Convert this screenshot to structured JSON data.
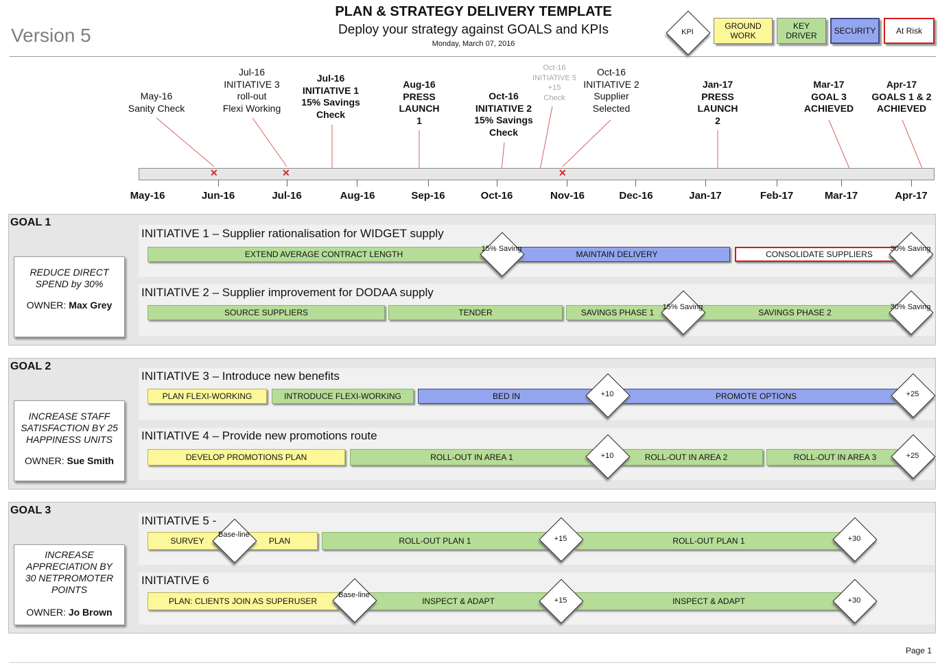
{
  "header": {
    "version": "Version 5",
    "title": "PLAN & STRATEGY DELIVERY TEMPLATE",
    "subtitle": "Deploy your strategy against GOALS and KPIs",
    "date": "Monday, March 07, 2016"
  },
  "legend": {
    "kpi": "KPI",
    "ground_work": "GROUND WORK",
    "key_driver": "KEY DRIVER",
    "security": "SECURITY",
    "at_risk": "At Risk",
    "colors": {
      "ground_work": "#fcf89a",
      "key_driver": "#b6dd97",
      "security": "#94a5ef",
      "at_risk": "#d41b1b"
    }
  },
  "timeline": {
    "months": [
      "May-16",
      "Jun-16",
      "Jul-16",
      "Aug-16",
      "Sep-16",
      "Oct-16",
      "Nov-16",
      "Dec-16",
      "Jan-17",
      "Feb-17",
      "Mar-17",
      "Apr-17"
    ],
    "milestones": [
      {
        "lines": [
          "May-16",
          "Sanity Check"
        ],
        "bold": false,
        "marker": "x"
      },
      {
        "lines": [
          "Jul-16",
          "INITIATIVE 3",
          "roll-out",
          "Flexi Working"
        ],
        "bold": false,
        "marker": "x"
      },
      {
        "lines": [
          "Jul-16",
          "INITIATIVE 1",
          "15% Savings",
          "Check"
        ],
        "bold": true,
        "marker": "arrow"
      },
      {
        "lines": [
          "Aug-16",
          "PRESS",
          "LAUNCH",
          "1"
        ],
        "bold": true,
        "marker": "arrow"
      },
      {
        "lines": [
          "Oct-16",
          "INITIATIVE 2",
          "15% Savings",
          "Check"
        ],
        "bold": true,
        "marker": "arrow"
      },
      {
        "lines": [
          "Oct-16",
          "INITIATIVE 5",
          "+15",
          "Check"
        ],
        "bold": false,
        "faded": true,
        "marker": "arrow"
      },
      {
        "lines": [
          "Oct-16",
          "INITIATIVE 2",
          "Supplier",
          "Selected"
        ],
        "bold": false,
        "marker": "x"
      },
      {
        "lines": [
          "Jan-17",
          "PRESS",
          "LAUNCH",
          "2"
        ],
        "bold": true,
        "marker": "arrow"
      },
      {
        "lines": [
          "Mar-17",
          "GOAL 3",
          "ACHIEVED"
        ],
        "bold": true,
        "marker": "arrow"
      },
      {
        "lines": [
          "Apr-17",
          "GOALS 1 & 2",
          "ACHIEVED"
        ],
        "bold": true,
        "marker": "arrow"
      }
    ]
  },
  "goals": [
    {
      "title": "GOAL 1",
      "description": "REDUCE DIRECT SPEND by 30%",
      "owner_label": "OWNER:",
      "owner": "Max Grey",
      "initiatives": [
        {
          "title": "INITIATIVE 1 – Supplier rationalisation for WIDGET supply",
          "bars": [
            {
              "label": "EXTEND AVERAGE CONTRACT LENGTH",
              "color": "key_driver"
            },
            {
              "label": "MAINTAIN DELIVERY",
              "color": "security"
            },
            {
              "label": "CONSOLIDATE SUPPLIERS",
              "color": "at_risk"
            }
          ],
          "kpis": [
            "15% Saving",
            "30% Saving"
          ]
        },
        {
          "title": "INITIATIVE 2 – Supplier improvement for DODAA supply",
          "bars": [
            {
              "label": "SOURCE SUPPLIERS",
              "color": "key_driver"
            },
            {
              "label": "TENDER",
              "color": "key_driver"
            },
            {
              "label": "SAVINGS PHASE 1",
              "color": "key_driver"
            },
            {
              "label": "SAVINGS PHASE 2",
              "color": "key_driver"
            }
          ],
          "kpis": [
            "15% Saving",
            "30% Saving"
          ]
        }
      ]
    },
    {
      "title": "GOAL 2",
      "description": "INCREASE STAFF SATISFACTION BY 25 HAPPINESS UNITS",
      "owner_label": "OWNER:",
      "owner": "Sue Smith",
      "initiatives": [
        {
          "title": "INITIATIVE 3 – Introduce new benefits",
          "bars": [
            {
              "label": "PLAN FLEXI-WORKING",
              "color": "ground_work"
            },
            {
              "label": "INTRODUCE FLEXI-WORKING",
              "color": "key_driver"
            },
            {
              "label": "BED IN",
              "color": "security"
            },
            {
              "label": "PROMOTE OPTIONS",
              "color": "security"
            }
          ],
          "kpis": [
            "+10",
            "+25"
          ]
        },
        {
          "title": "INITIATIVE 4 – Provide new promotions route",
          "bars": [
            {
              "label": "DEVELOP PROMOTIONS PLAN",
              "color": "ground_work"
            },
            {
              "label": "ROLL-OUT IN AREA 1",
              "color": "key_driver"
            },
            {
              "label": "ROLL-OUT IN AREA 2",
              "color": "key_driver"
            },
            {
              "label": "ROLL-OUT IN AREA 3",
              "color": "key_driver"
            }
          ],
          "kpis": [
            "+10",
            "+25"
          ]
        }
      ]
    },
    {
      "title": "GOAL 3",
      "description": "INCREASE APPRECIATION BY 30 NETPROMOTER POINTS",
      "owner_label": "OWNER:",
      "owner": "Jo Brown",
      "initiatives": [
        {
          "title": "INITIATIVE 5 -",
          "bars": [
            {
              "label": "SURVEY",
              "color": "ground_work"
            },
            {
              "label": "PLAN",
              "color": "ground_work"
            },
            {
              "label": "ROLL-OUT PLAN 1",
              "color": "key_driver"
            },
            {
              "label": "ROLL-OUT PLAN 1",
              "color": "key_driver"
            }
          ],
          "kpis": [
            "Base-line",
            "+15",
            "+30"
          ]
        },
        {
          "title": "INITIATIVE 6",
          "bars": [
            {
              "label": "PLAN: CLIENTS JOIN AS SUPERUSER",
              "color": "ground_work"
            },
            {
              "label": "INSPECT & ADAPT",
              "color": "key_driver"
            },
            {
              "label": "INSPECT & ADAPT",
              "color": "key_driver"
            }
          ],
          "kpis": [
            "Base-line",
            "+15",
            "+30"
          ]
        }
      ]
    }
  ],
  "footer": {
    "page": "Page 1"
  }
}
